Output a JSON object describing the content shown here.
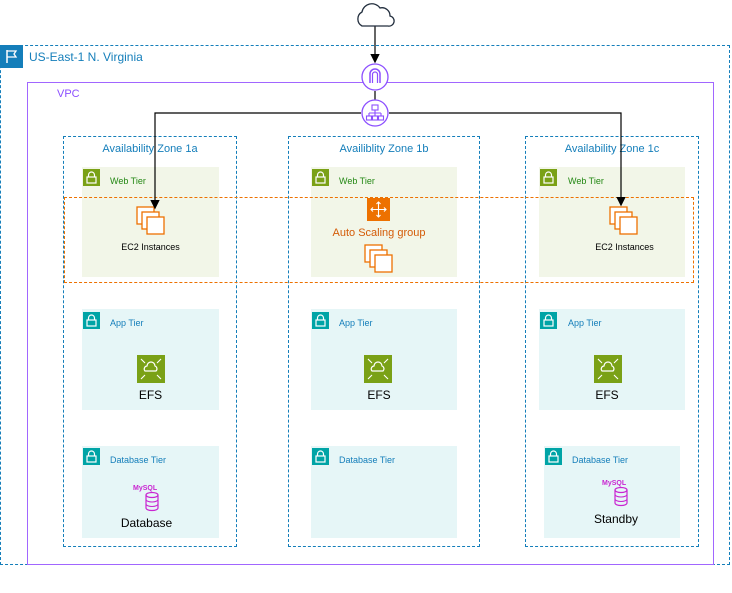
{
  "region": {
    "label": "US-East-1 N. Virginia"
  },
  "vpc": {
    "label": "VPC"
  },
  "zones": [
    {
      "label": "Availability Zone 1a",
      "web_tier": {
        "label": "Web Tier",
        "service": "EC2 Instances"
      },
      "app_tier": {
        "label": "App Tier",
        "service": "EFS"
      },
      "db_tier": {
        "label": "Database Tier",
        "service": "Database"
      }
    },
    {
      "label": "Availiblity Zone 1b",
      "web_tier": {
        "label": "Web Tier",
        "service": ""
      },
      "app_tier": {
        "label": "App Tier",
        "service": "EFS"
      },
      "db_tier": {
        "label": "Database Tier",
        "service": ""
      }
    },
    {
      "label": "Availability Zone 1c",
      "web_tier": {
        "label": "Web Tier",
        "service": "EC2 Instances"
      },
      "app_tier": {
        "label": "App Tier",
        "service": "EFS"
      },
      "db_tier": {
        "label": "Database Tier",
        "service": "Standby"
      }
    }
  ],
  "auto_scaling": {
    "label": "Auto Scaling group"
  },
  "icons": {
    "cloud": "cloud-icon",
    "internet_gateway": "internet-gateway-icon",
    "load_balancer": "load-balancer-icon",
    "ec2": "ec2-instances-icon",
    "efs": "efs-icon",
    "mysql": "mysql-database-icon",
    "lock": "lock-icon",
    "flag": "region-flag-icon"
  },
  "colors": {
    "region": "#147eba",
    "vpc": "#8c4fff",
    "web_tier_bg": "#f2f6e8",
    "app_tier_bg": "#e6f6f7",
    "auto_scaling": "#ed7100",
    "efs": "#7aa116",
    "mysql": "#c925d1"
  }
}
